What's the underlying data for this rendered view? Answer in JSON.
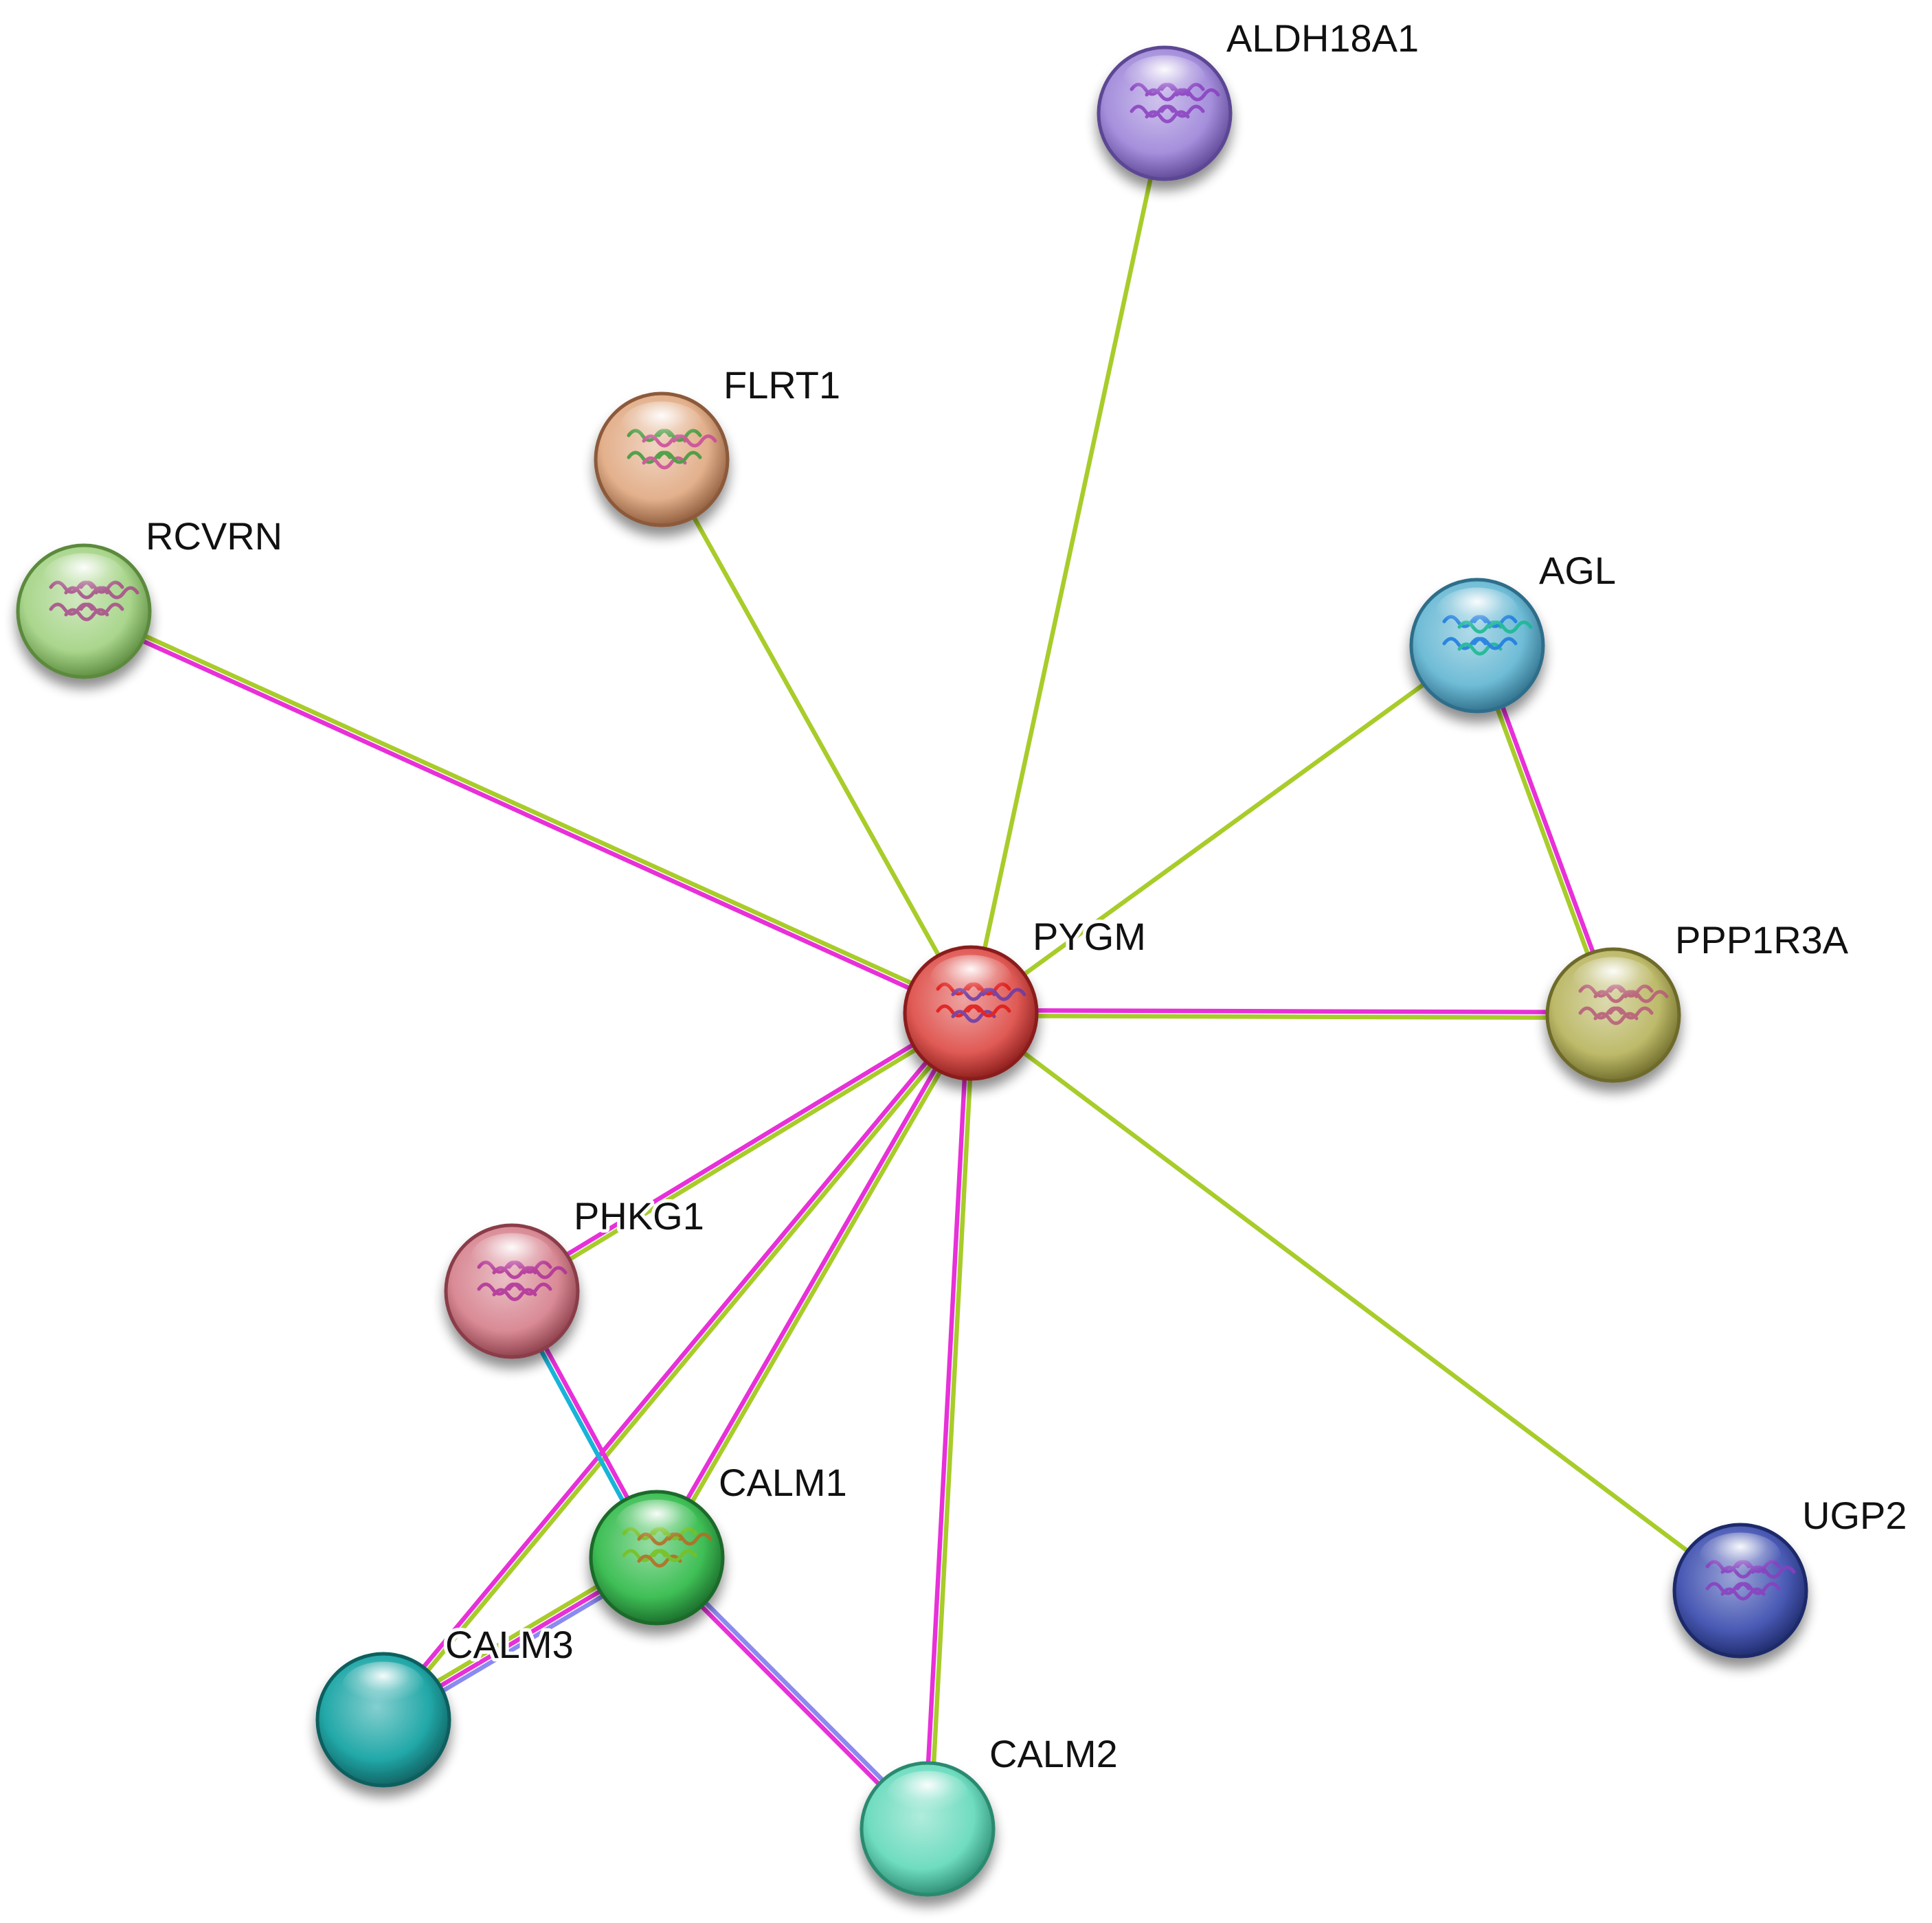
{
  "network": {
    "nodes": [
      {
        "id": "PYGM",
        "label": "PYGM",
        "color": "#e05a55",
        "rim": "#8a1c1a",
        "glyph": "#e01818",
        "glyph2": "#6a3aa8",
        "has_structure": true
      },
      {
        "id": "ALDH18A1",
        "label": "ALDH18A1",
        "color": "#a58fdc",
        "rim": "#5c4694",
        "glyph": "#8a3fc0",
        "has_structure": true
      },
      {
        "id": "FLRT1",
        "label": "FLRT1",
        "color": "#e3b08c",
        "rim": "#8c5a3a",
        "glyph": "#3a9a3a",
        "glyph2": "#c84a9a",
        "has_structure": true
      },
      {
        "id": "RCVRN",
        "label": "RCVRN",
        "color": "#a9d68c",
        "rim": "#5b8a3e",
        "glyph": "#a84a8a",
        "has_structure": true
      },
      {
        "id": "AGL",
        "label": "AGL",
        "color": "#6fbcd6",
        "rim": "#2f6e8a",
        "glyph": "#1a7ae0",
        "glyph2": "#18b890",
        "has_structure": true
      },
      {
        "id": "PPP1R3A",
        "label": "PPP1R3A",
        "color": "#bdba6a",
        "rim": "#6e6b2a",
        "glyph": "#b85a7a",
        "has_structure": true
      },
      {
        "id": "PHKG1",
        "label": "PHKG1",
        "color": "#d98a95",
        "rim": "#8a3d48",
        "glyph": "#b0309a",
        "has_structure": true
      },
      {
        "id": "CALM1",
        "label": "CALM1",
        "color": "#3fbf56",
        "rim": "#1a6a2a",
        "glyph": "#7ac020",
        "glyph2": "#b86a20",
        "has_structure": true
      },
      {
        "id": "CALM3",
        "label": "CALM3",
        "color": "#22a8a8",
        "rim": "#0f5f5f",
        "has_structure": false
      },
      {
        "id": "CALM2",
        "label": "CALM2",
        "color": "#6fdcc0",
        "rim": "#2a8a70",
        "has_structure": false
      },
      {
        "id": "UGP2",
        "label": "UGP2",
        "color": "#4a5ab5",
        "rim": "#1e2a6a",
        "glyph": "#8a3fc0",
        "has_structure": true
      }
    ],
    "edges": [
      {
        "source": "PYGM",
        "target": "ALDH18A1",
        "colors": [
          "#a8cc2a"
        ]
      },
      {
        "source": "PYGM",
        "target": "FLRT1",
        "colors": [
          "#a8cc2a"
        ]
      },
      {
        "source": "PYGM",
        "target": "RCVRN",
        "colors": [
          "#e830d8",
          "#a8cc2a"
        ]
      },
      {
        "source": "PYGM",
        "target": "AGL",
        "colors": [
          "#a8cc2a"
        ]
      },
      {
        "source": "PYGM",
        "target": "PPP1R3A",
        "colors": [
          "#e830d8",
          "#a8cc2a"
        ]
      },
      {
        "source": "PYGM",
        "target": "UGP2",
        "colors": [
          "#a8cc2a"
        ]
      },
      {
        "source": "PYGM",
        "target": "PHKG1",
        "colors": [
          "#a8cc2a",
          "#e830d8"
        ]
      },
      {
        "source": "PYGM",
        "target": "CALM1",
        "colors": [
          "#a8cc2a",
          "#e830d8"
        ]
      },
      {
        "source": "PYGM",
        "target": "CALM3",
        "colors": [
          "#a8cc2a",
          "#e830d8"
        ]
      },
      {
        "source": "PYGM",
        "target": "CALM2",
        "colors": [
          "#a8cc2a",
          "#e830d8"
        ]
      },
      {
        "source": "AGL",
        "target": "PPP1R3A",
        "colors": [
          "#e830d8",
          "#a8cc2a"
        ]
      },
      {
        "source": "PHKG1",
        "target": "CALM1",
        "colors": [
          "#e830d8",
          "#18b4d8"
        ]
      },
      {
        "source": "CALM1",
        "target": "CALM3",
        "colors": [
          "#8a8af0",
          "#e830d8",
          "#a8cc2a"
        ]
      },
      {
        "source": "CALM1",
        "target": "CALM2",
        "colors": [
          "#8a8af0",
          "#e830d8"
        ]
      }
    ]
  }
}
